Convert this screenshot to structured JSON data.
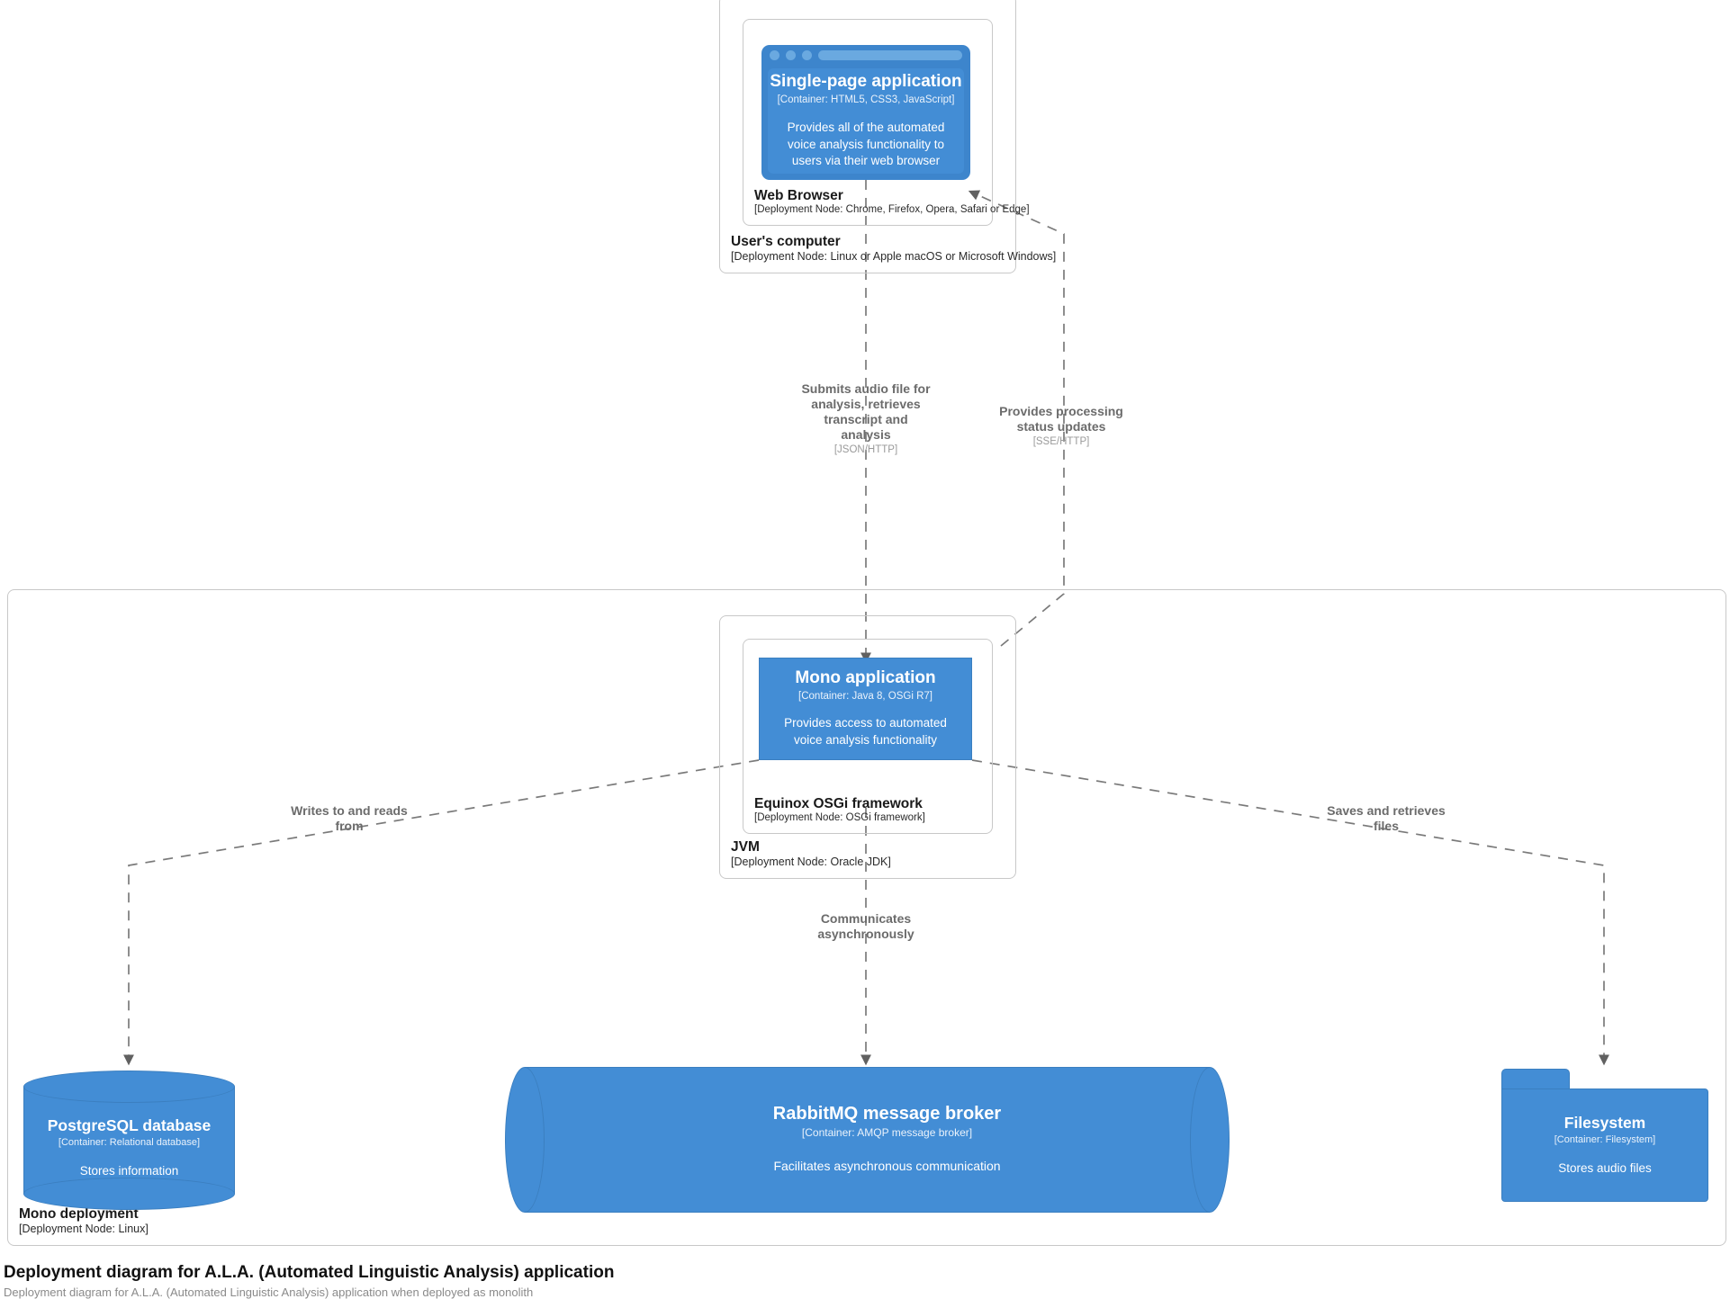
{
  "diagram": {
    "caption_title": "Deployment diagram for A.L.A. (Automated Linguistic Analysis) application",
    "caption_subtitle": "Deployment diagram for A.L.A. (Automated Linguistic Analysis) application when deployed as monolith",
    "accent_color": "#438dd5",
    "node_border_color": "#c8c8c8",
    "relationship_color": "#707070"
  },
  "nodes": {
    "users_computer": {
      "name": "User's computer",
      "tech": "[Deployment Node: Linux or Apple macOS or Microsoft Windows]"
    },
    "web_browser": {
      "name": "Web Browser",
      "tech": "[Deployment Node: Chrome, Firefox, Opera, Safari or Edge]"
    },
    "mono_deployment": {
      "name": "Mono deployment",
      "tech": "[Deployment Node: Linux]"
    },
    "jvm": {
      "name": "JVM",
      "tech": "[Deployment Node: Oracle JDK]"
    },
    "equinox": {
      "name": "Equinox OSGi framework",
      "tech": "[Deployment Node: OSGi framework]"
    }
  },
  "containers": {
    "spa": {
      "title": "Single-page application",
      "tech": "[Container: HTML5, CSS3, JavaScript]",
      "description": "Provides all of the automated voice analysis functionality to users via their web browser"
    },
    "mono_app": {
      "title": "Mono application",
      "tech": "[Container: Java 8, OSGi R7]",
      "description": "Provides access to automated voice analysis functionality"
    },
    "postgres": {
      "title": "PostgreSQL database",
      "tech": "[Container: Relational database]",
      "description": "Stores information"
    },
    "rabbitmq": {
      "title": "RabbitMQ message broker",
      "tech": "[Container: AMQP message broker]",
      "description": "Facilitates asynchronous communication"
    },
    "filesystem": {
      "title": "Filesystem",
      "tech": "[Container: Filesystem]",
      "description": "Stores audio files"
    }
  },
  "relationships": {
    "submits_audio": {
      "description": "Submits audio file for analysis, retrieves transcript and analysis",
      "tech": "[JSON/HTTP]"
    },
    "processing_status": {
      "description": "Provides processing status updates",
      "tech": "[SSE/HTTP]"
    },
    "writes_reads": {
      "description": "Writes to and reads from",
      "tech": ""
    },
    "saves_retrieves": {
      "description": "Saves and retrieves files",
      "tech": ""
    },
    "communicates_async": {
      "description": "Communicates asynchronously",
      "tech": ""
    }
  }
}
